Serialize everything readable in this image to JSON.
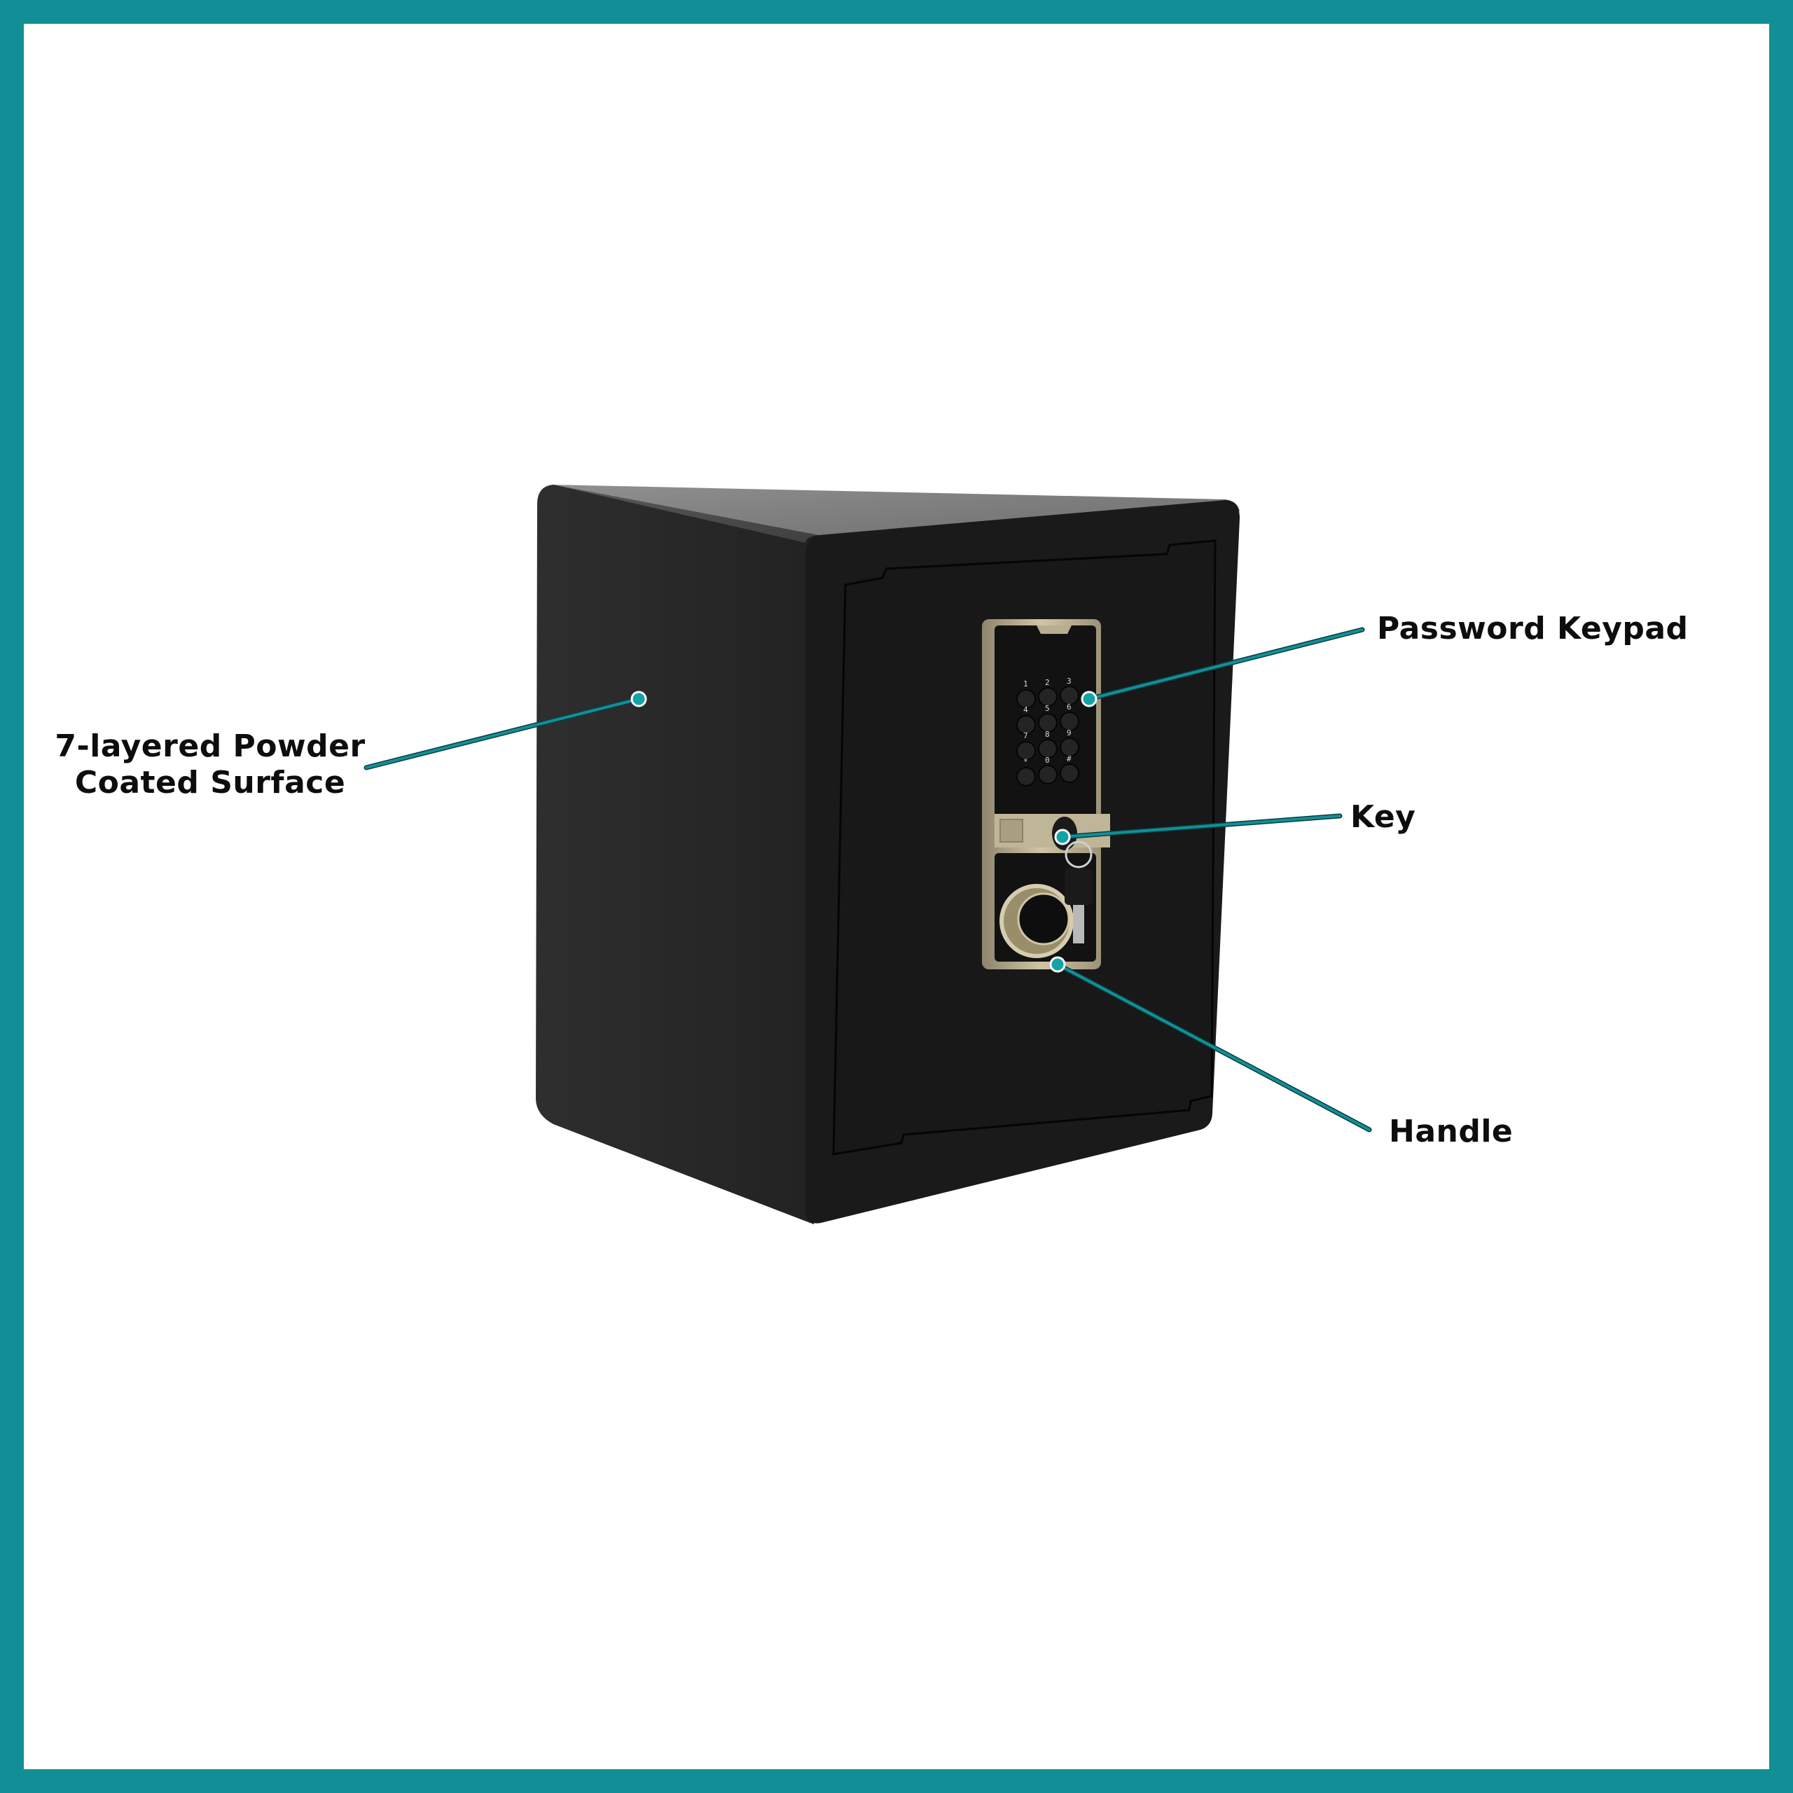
{
  "frame": {
    "border_color": "#128F96",
    "background": "#ffffff"
  },
  "product": {
    "type": "electronic safe",
    "body_color": "#1c1c1c",
    "keypad": {
      "keys": [
        "1",
        "2",
        "3",
        "4",
        "5",
        "6",
        "7",
        "8",
        "9",
        "*",
        "0",
        "#"
      ],
      "trim_color": "#b8ad8f"
    }
  },
  "callouts": {
    "accent_color": "#128F96",
    "surface": {
      "line1": "7-layered Powder",
      "line2": "Coated Surface"
    },
    "keypad": {
      "label": "Password Keypad"
    },
    "key": {
      "label": "Key"
    },
    "handle": {
      "label": "Handle"
    }
  }
}
